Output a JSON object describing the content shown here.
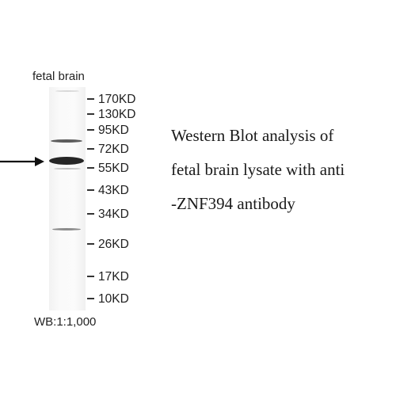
{
  "lane_label": "fetal brain",
  "markers": [
    {
      "label": "170KD",
      "kd": 170
    },
    {
      "label": "130KD",
      "kd": 130
    },
    {
      "label": "95KD",
      "kd": 95
    },
    {
      "label": "72KD",
      "kd": 72
    },
    {
      "label": "55KD",
      "kd": 55
    },
    {
      "label": "43KD",
      "kd": 43
    },
    {
      "label": "34KD",
      "kd": 34
    },
    {
      "label": "26KD",
      "kd": 26
    },
    {
      "label": "17KD",
      "kd": 17
    },
    {
      "label": "10KD",
      "kd": 10
    }
  ],
  "caption": {
    "line1": "Western Blot analysis of",
    "line2": "fetal brain lysate with anti",
    "line3": "-ZNF394 antibody"
  },
  "dilution": "WB:1:1,000",
  "colors": {
    "band": "#2b2b2b",
    "arrow": "#111111"
  }
}
